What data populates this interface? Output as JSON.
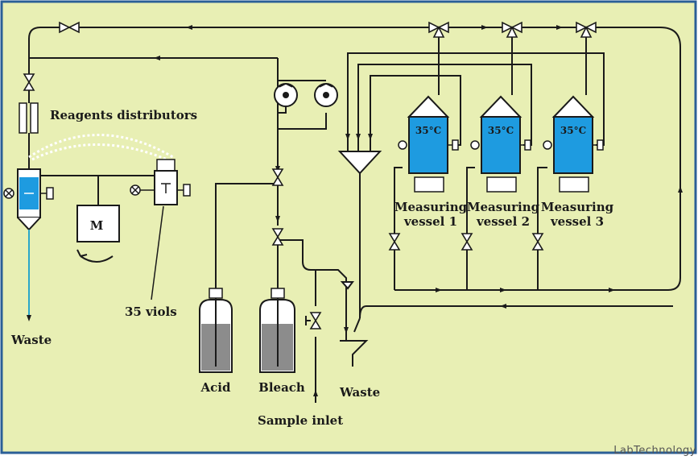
{
  "diagram": {
    "colors": {
      "background": "#e8efb4",
      "frame": "#2b5f97",
      "liquid": "#1e9be0",
      "line": "#1a1a1a",
      "waste_line": "#2aa7c9"
    },
    "labels": {
      "reagents_distributors": "Reagents distributors",
      "viols": "35 viols",
      "waste_left": "Waste",
      "waste_center": "Waste",
      "acid": "Acid",
      "bleach": "Bleach",
      "sample_inlet": "Sample inlet",
      "motor": "M",
      "vessels": [
        {
          "line1": "Measuring",
          "line2": "vessel 1",
          "temp": "35°C"
        },
        {
          "line1": "Measuring",
          "line2": "vessel 2",
          "temp": "35°C"
        },
        {
          "line1": "Measuring",
          "line2": "vessel 3",
          "temp": "35°C"
        }
      ]
    },
    "watermark": "LabTechnology"
  }
}
